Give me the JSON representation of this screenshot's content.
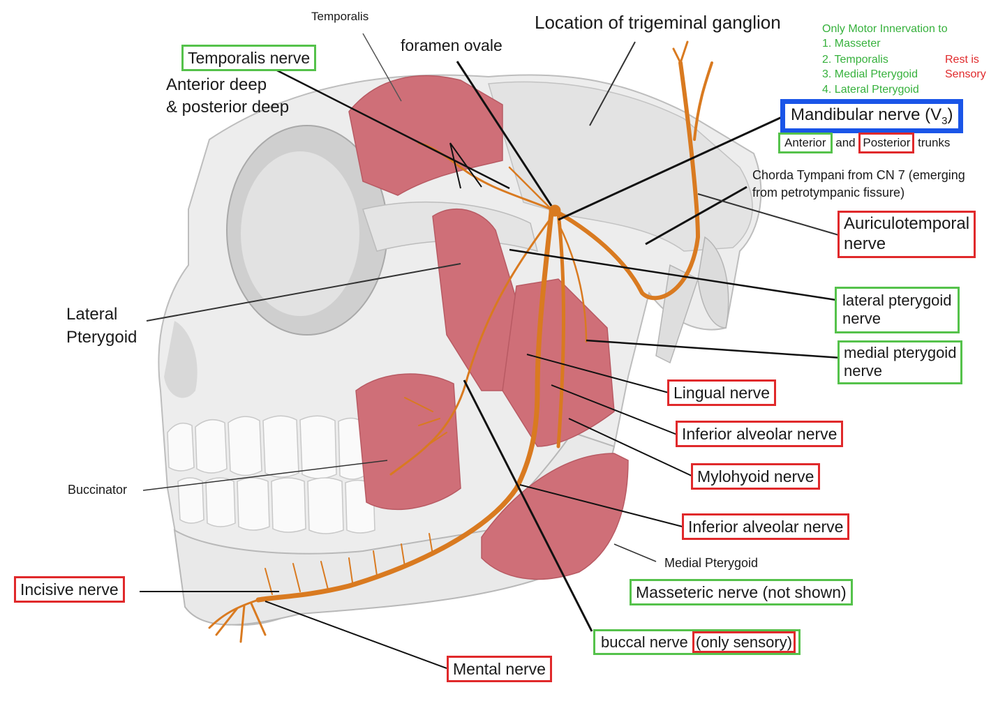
{
  "labels": {
    "temporalis": "Temporalis",
    "foramen_ovale": "foramen ovale",
    "trigeminal_ganglion": "Location of trigeminal ganglion",
    "temporalis_nerve": "Temporalis nerve",
    "anterior_deep_line1": "Anterior deep",
    "anterior_deep_line2": "& posterior deep",
    "lateral_pterygoid_line1": "Lateral",
    "lateral_pterygoid_line2": "Pterygoid",
    "buccinator": "Buccinator",
    "incisive_nerve": "Incisive nerve",
    "mental_nerve": "Mental nerve",
    "buccal_nerve": "buccal nerve",
    "only_sensory": "(only sensory)",
    "masseteric_nerve": "Masseteric nerve (not shown)",
    "medial_pterygoid_muscle": "Medial Pterygoid",
    "inferior_alveolar_nerve_lower": "Inferior alveolar nerve",
    "mylohyoid_nerve": "Mylohyoid nerve",
    "inferior_alveolar_nerve_upper": "Inferior alveolar nerve",
    "lingual_nerve": "Lingual nerve",
    "medial_pterygoid_nerve_line1": "medial pterygoid",
    "medial_pterygoid_nerve_line2": "nerve",
    "lateral_pterygoid_nerve_line1": "lateral pterygoid",
    "lateral_pterygoid_nerve_line2": "nerve",
    "auriculotemporal_line1": "Auriculotemporal",
    "auriculotemporal_line2": "nerve",
    "chorda_line1": "Chorda Tympani from CN 7 (emerging",
    "chorda_line2": "from petrotympanic fissure)",
    "mandibular_nerve": "Mandibular nerve (V",
    "mandibular_sub": "3",
    "mandibular_close": ")",
    "anterior": "Anterior",
    "and": "and",
    "posterior": "Posterior",
    "trunks": "trunks"
  },
  "legend": {
    "title": "Only Motor Innervation to",
    "items": [
      "1. Masseter",
      "2. Temporalis",
      "3. Medial Pterygoid",
      "4. Lateral Pterygoid"
    ],
    "rest_line1": "Rest is",
    "rest_line2": "Sensory"
  },
  "colors": {
    "nerve": "#d97a20",
    "muscle": "#cf6f78",
    "bone": "#ececec",
    "red_box": "#e0292b",
    "green_box": "#55c24b",
    "blue_box": "#1a55e8"
  }
}
